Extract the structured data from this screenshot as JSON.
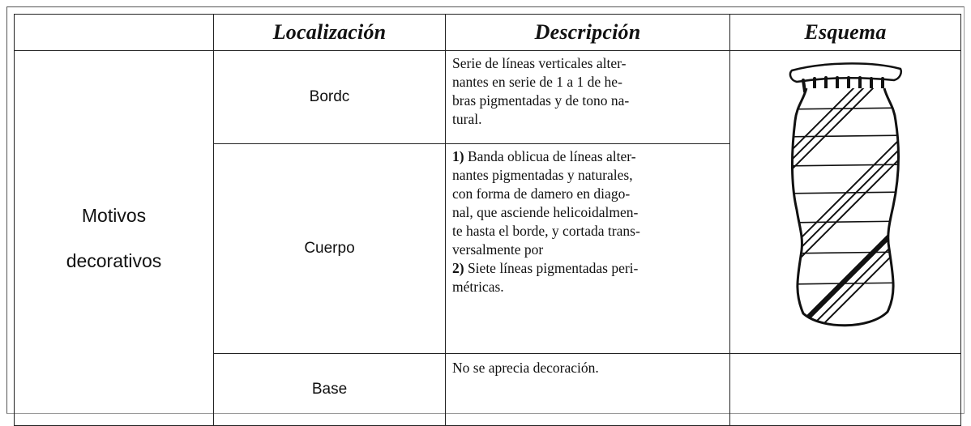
{
  "headers": {
    "category": "",
    "location": "Localización",
    "description": "Descripción",
    "scheme": "Esquema"
  },
  "category": {
    "line1": "Motivos",
    "line2": "decorativos"
  },
  "rows": [
    {
      "location": "Bordc",
      "description_lines": [
        "Serie de líneas verticales alter-",
        "nantes en serie de 1 a 1 de he-",
        "bras pigmentadas y de tono na-",
        "tural."
      ]
    },
    {
      "location": "Cuerpo",
      "item1_number": "1)",
      "item1_lines": [
        " Banda oblicua de líneas alter-",
        "nantes pigmentadas y naturales,",
        "con forma de damero en diago-",
        "nal, que asciende helicoidalmen-",
        "te hasta el borde, y cortada trans-",
        "versalmente por"
      ],
      "item2_number": "2)",
      "item2_lines": [
        " Siete líneas pigmentadas peri-",
        "métricas."
      ]
    },
    {
      "location": "Base",
      "description": "No se aprecia decoración."
    }
  ],
  "scheme_icon": "decorated-vessel-sketch-icon"
}
